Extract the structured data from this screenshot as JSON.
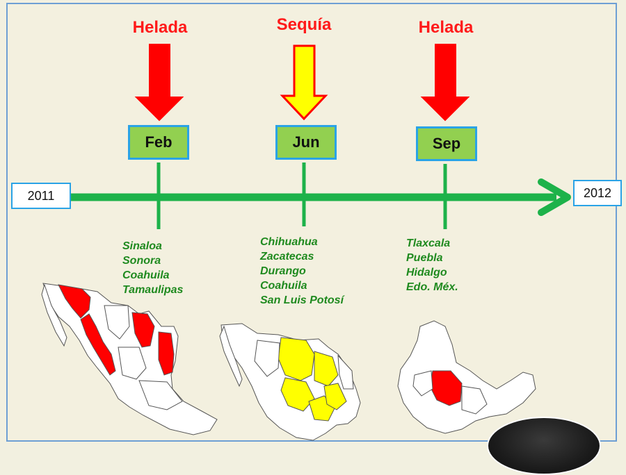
{
  "timeline": {
    "start_year": "2011",
    "end_year": "2012"
  },
  "events": [
    {
      "type": "Helada",
      "month": "Feb",
      "arrow_color": "#ff1a1a",
      "states": [
        "Sinaloa",
        "Sonora",
        "Coahuila",
        "Tamaulipas"
      ],
      "map_fill": "#ff0000"
    },
    {
      "type": "Sequía",
      "month": "Jun",
      "arrow_color": "#ffff00",
      "states": [
        "Chihuahua",
        "Zacatecas",
        "Durango",
        "Coahuila",
        "San Luis Potosí"
      ],
      "map_fill": "#ffff00"
    },
    {
      "type": "Helada",
      "month": "Sep",
      "arrow_color": "#ff1a1a",
      "states": [
        "Tlaxcala",
        "Puebla",
        "Hidalgo",
        "Edo. Méx."
      ],
      "map_fill": "#ff0000"
    }
  ],
  "colors": {
    "timeline": "#1db24a",
    "month_box_fill": "#92d050",
    "box_border": "#2aa3e6",
    "state_text": "#1f8a1f",
    "event_label": "#ff1a1a"
  }
}
